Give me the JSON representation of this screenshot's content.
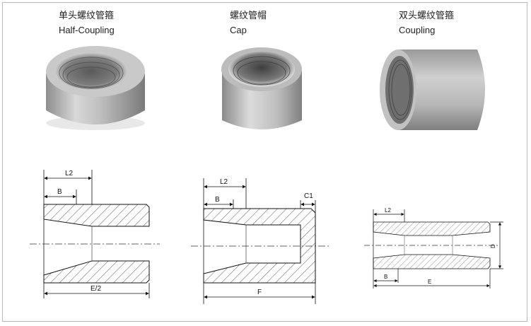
{
  "products": [
    {
      "name_zh": "单头螺纹管箍",
      "name_en": "Half-Coupling",
      "icon": "half-coupling-photo",
      "dims": {
        "l2": "L2",
        "b": "B",
        "total": "E/2"
      }
    },
    {
      "name_zh": "螺纹管帽",
      "name_en": "Cap",
      "icon": "cap-photo",
      "dims": {
        "l2": "L2",
        "b": "B",
        "c1": "C1",
        "total": "F"
      }
    },
    {
      "name_zh": "双头螺纹管箍",
      "name_en": "Coupling",
      "icon": "coupling-photo",
      "dims": {
        "l2": "L2",
        "b": "B",
        "total": "E",
        "d": "D"
      }
    }
  ]
}
